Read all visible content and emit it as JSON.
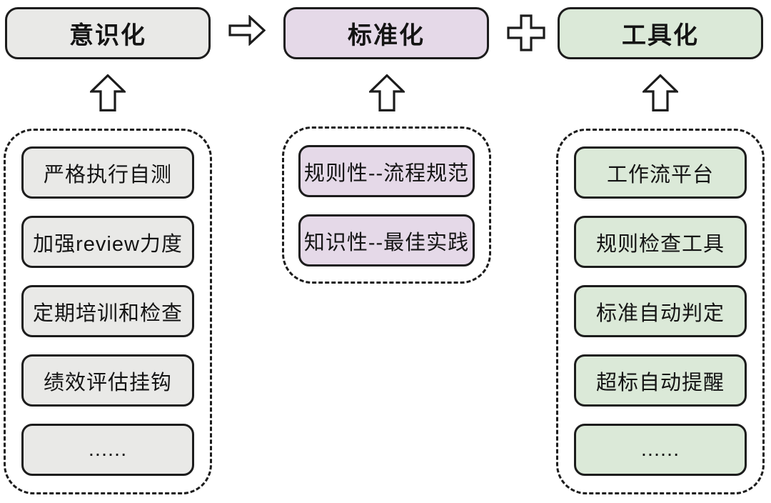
{
  "colors": {
    "gray": "#e9e9e7",
    "purple": "#e5d9e8",
    "green": "#dbe9d8",
    "border": "#1c1c1c",
    "background": "#ffffff"
  },
  "icons": {
    "flow_connector": "hollow-right-arrow-icon",
    "combine_connector": "hollow-plus-icon",
    "feed_connector": "hollow-up-arrow-icon"
  },
  "columns": [
    {
      "title": "意识化",
      "items": [
        "严格执行自测",
        "加强review力度",
        "定期培训和检查",
        "绩效评估挂钩",
        "......"
      ]
    },
    {
      "title": "标准化",
      "items": [
        "规则性--流程规范",
        "知识性--最佳实践"
      ]
    },
    {
      "title": "工具化",
      "items": [
        "工作流平台",
        "规则检查工具",
        "标准自动判定",
        "超标自动提醒",
        "......"
      ]
    }
  ]
}
